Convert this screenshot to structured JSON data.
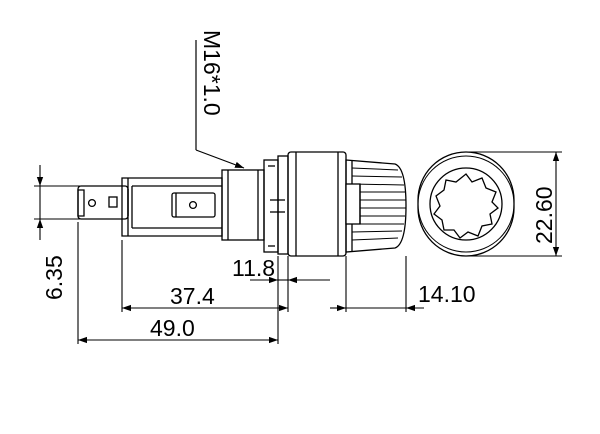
{
  "dimensions": {
    "thread": "M16*1.0",
    "terminal_width": "6.35",
    "body_short": "11.8",
    "terminal_length": "37.4",
    "overall_length": "49.0",
    "knob_length": "14.10",
    "knob_diameter": "22.60"
  }
}
